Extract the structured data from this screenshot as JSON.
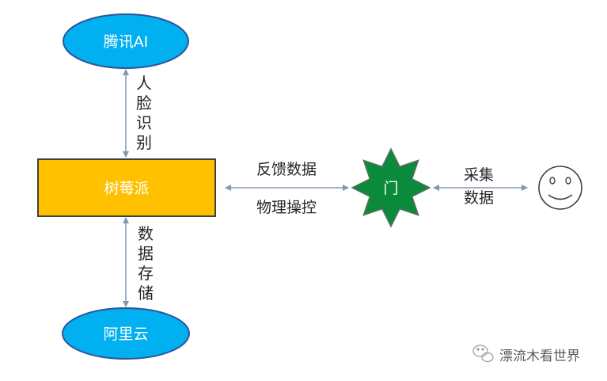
{
  "nodes": {
    "tencent_ai": {
      "label": "腾讯AI"
    },
    "raspberry_pi": {
      "label": "树莓派"
    },
    "aliyun": {
      "label": "阿里云"
    },
    "door": {
      "label": "门"
    },
    "person": {
      "label": ""
    }
  },
  "edges": {
    "face_recognition": {
      "label": [
        "人",
        "脸",
        "识",
        "别"
      ]
    },
    "data_storage": {
      "label": [
        "数",
        "据",
        "存",
        "储"
      ]
    },
    "pi_door_top": {
      "label": "反馈数据"
    },
    "pi_door_bottom": {
      "label": "物理操控"
    },
    "collect": {
      "label": [
        "采集",
        "数据"
      ]
    }
  },
  "watermark": {
    "text": "漂流木看世界"
  },
  "colors": {
    "ellipse_fill": "#00b0f0",
    "ellipse_stroke": "#2f5597",
    "pi_fill": "#ffc000",
    "pi_stroke": "#404040",
    "door_fill": "#0a8a3a",
    "door_stroke": "#5f6f5f",
    "arrow": "#8497b0",
    "text_dark": "#262626",
    "text_light": "#ffffff"
  }
}
